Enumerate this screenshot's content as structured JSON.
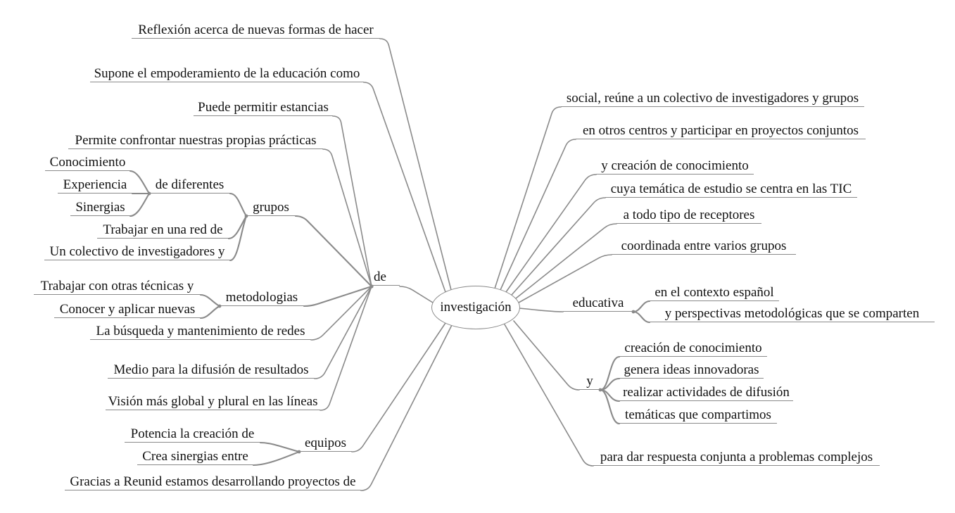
{
  "map": {
    "center": "investigación",
    "left": [
      {
        "label": "Reflexión acerca de nuevas formas de hacer"
      },
      {
        "label": "Supone el empoderamiento de la educación como"
      },
      {
        "label": "de",
        "children": [
          {
            "label": "Puede permitir estancias"
          },
          {
            "label": "Permite confrontar nuestras propias prácticas"
          },
          {
            "label": "grupos",
            "children": [
              {
                "label": "de diferentes",
                "children": [
                  {
                    "label": "Conocimiento"
                  },
                  {
                    "label": "Experiencia"
                  },
                  {
                    "label": "Sinergias"
                  }
                ]
              },
              {
                "label": "Trabajar en una red de"
              },
              {
                "label": "Un colectivo de investigadores y"
              }
            ]
          },
          {
            "label": "metodologias",
            "children": [
              {
                "label": "Trabajar con otras técnicas y"
              },
              {
                "label": "Conocer y aplicar nuevas"
              }
            ]
          },
          {
            "label": "La búsqueda y mantenimiento de redes"
          },
          {
            "label": "Medio para la difusión de resultados"
          },
          {
            "label": "Visión más global y plural en las líneas"
          }
        ]
      },
      {
        "label": "equipos",
        "children": [
          {
            "label": "Potencia la creación de"
          },
          {
            "label": "Crea sinergias entre"
          }
        ]
      },
      {
        "label": "Gracias a Reunid estamos desarrollando proyectos de"
      }
    ],
    "right": [
      {
        "label": "social, reúne a un colectivo de investigadores y grupos"
      },
      {
        "label": "en otros centros y participar en proyectos conjuntos"
      },
      {
        "label": "y creación de conocimiento"
      },
      {
        "label": "cuya temática de estudio se centra en las TIC"
      },
      {
        "label": "a todo tipo de receptores"
      },
      {
        "label": "coordinada entre varios grupos"
      },
      {
        "label": "educativa",
        "children": [
          {
            "label": "en el contexto español"
          },
          {
            "label": "y perspectivas metodológicas que se comparten"
          }
        ]
      },
      {
        "label": "y",
        "children": [
          {
            "label": "creación de conocimiento"
          },
          {
            "label": "genera ideas innovadoras"
          },
          {
            "label": "realizar actividades de difusión"
          },
          {
            "label": "temáticas que compartimos"
          }
        ]
      },
      {
        "label": "para dar respuesta conjunta a problemas complejos"
      }
    ]
  },
  "colors": {
    "line": "#8a8a8a",
    "text": "#111111",
    "background": "#ffffff"
  }
}
